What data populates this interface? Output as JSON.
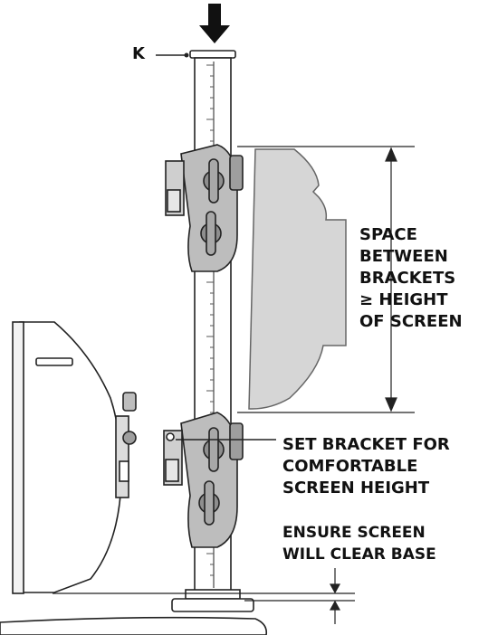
{
  "labels": {
    "k": "K",
    "space_between_brackets": [
      "SPACE",
      "BETWEEN",
      "BRACKETS",
      "≥ HEIGHT",
      "OF SCREEN"
    ],
    "set_bracket": [
      "SET BRACKET FOR",
      "COMFORTABLE",
      "SCREEN HEIGHT"
    ],
    "ensure_clear": [
      "ENSURE SCREEN",
      "WILL CLEAR BASE"
    ]
  },
  "colors": {
    "screen_fill": "#d6d6d6",
    "bracket_fill": "#bdbdbd",
    "line": "#222222",
    "background": "#ffffff"
  },
  "icons": [
    "down-arrow-icon",
    "dimension-arrow-icon"
  ]
}
